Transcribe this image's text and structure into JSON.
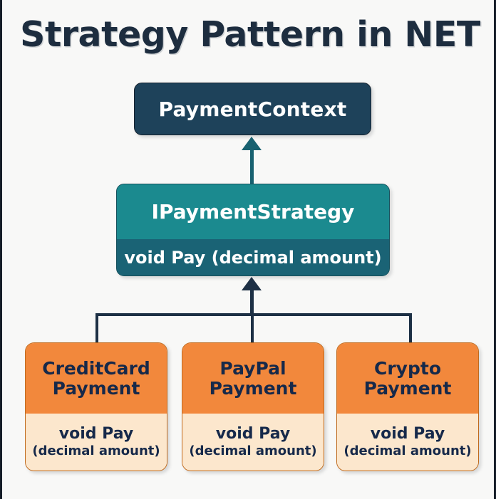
{
  "diagram": {
    "title": "Strategy Pattern in NET",
    "colors": {
      "background": "#f8f8f7",
      "title_text": "#1d2d3f",
      "context_fill": "#1e425a",
      "interface_header_fill": "#1b8a8f",
      "interface_body_fill": "#1a6375",
      "impl_header_fill": "#f2883c",
      "impl_body_fill": "#fce7cd",
      "impl_border": "#c06a1d",
      "connector": "#1d3045",
      "connector_teal": "#186170"
    },
    "context": {
      "label": "PaymentContext"
    },
    "interface": {
      "name": "IPaymentStrategy",
      "method": "void Pay (decimal amount)"
    },
    "implementations": [
      {
        "name_line_1": "CreditCard",
        "name_line_2": "Payment",
        "method": "void Pay",
        "params": "(decimal amount)"
      },
      {
        "name_line_1": "PayPal",
        "name_line_2": "Payment",
        "method": "void Pay",
        "params": "(decimal amount)"
      },
      {
        "name_line_1": "Crypto",
        "name_line_2": "Payment",
        "method": "void Pay",
        "params": "(decimal amount)"
      }
    ],
    "relations": {
      "interface_to_context": "uses-arrow-up",
      "implementations_to_interface": "inheritance-arrow-up"
    }
  }
}
